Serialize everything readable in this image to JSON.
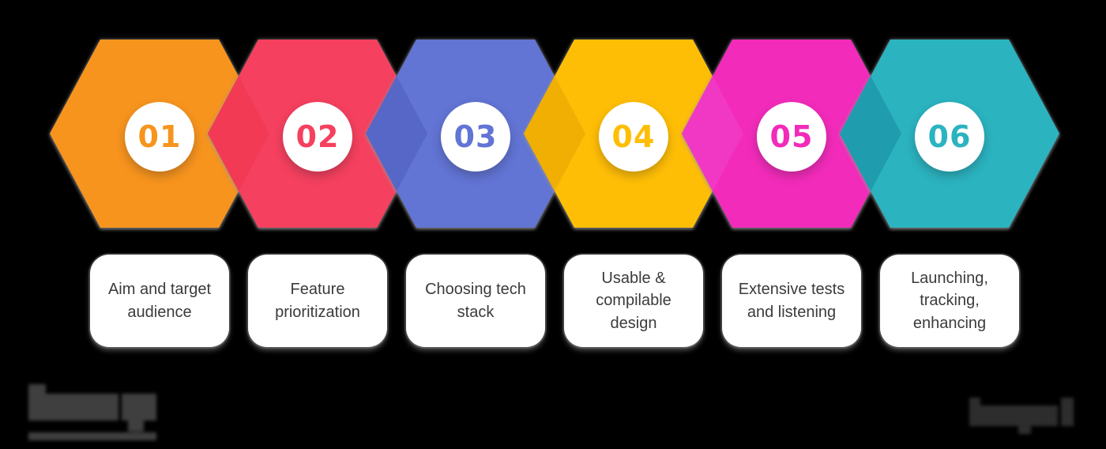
{
  "canvas": {
    "background": "#000000"
  },
  "steps": [
    {
      "number": "01",
      "label": "Aim and target audience",
      "color": "#F7941E"
    },
    {
      "number": "02",
      "label": "Feature prioritization",
      "color": "#F5405F",
      "overlap_color": "rgba(240,56,80,0.75)"
    },
    {
      "number": "03",
      "label": "Choosing tech stack",
      "color": "#6274D4",
      "overlap_color": "rgba(80,95,190,0.6)"
    },
    {
      "number": "04",
      "label": "Usable & compilable design",
      "color": "#FFBE06",
      "overlap_color": "rgba(230,165,0,0.6)"
    },
    {
      "number": "05",
      "label": "Extensive tests and listening",
      "color": "#F22BBA",
      "overlap_color": "rgba(240,60,200,0.8)"
    },
    {
      "number": "06",
      "label": "Launching, tracking, enhancing",
      "color": "#2BB3C0",
      "overlap_color": "rgba(30,150,170,0.8)"
    }
  ],
  "cards": {
    "background": "#FFFFFF",
    "text_color": "#3B3B3B"
  },
  "circles": {
    "background": "#FFFFFF"
  },
  "watermarks": {
    "bottom_left_logo": {
      "note": "blurred illegible brand wordmark with tagline bar",
      "color": "#3F3F3F"
    },
    "bottom_right": {
      "note": "blurred illegible watermark text",
      "color": "#2D2D2D"
    }
  }
}
